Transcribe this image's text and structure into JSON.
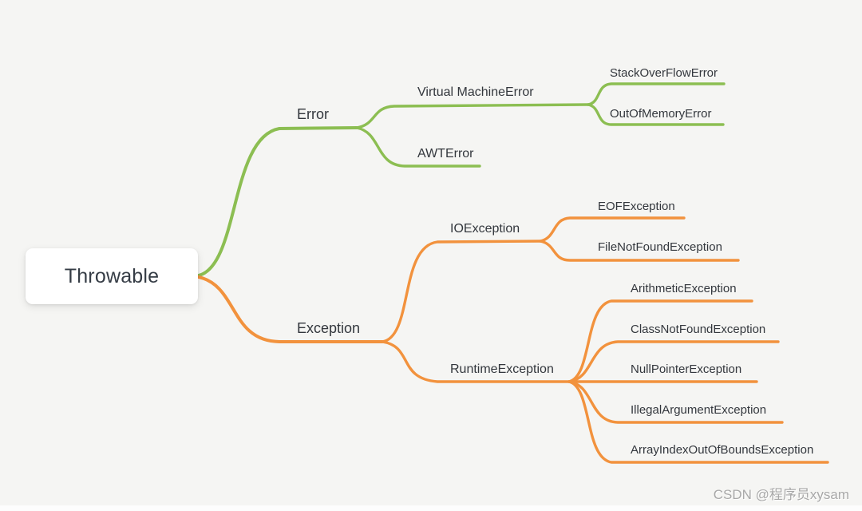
{
  "colors": {
    "background": "#f5f5f3",
    "error_branch": "#8cbe52",
    "exception_branch": "#f2923d",
    "node_text": "#33373d",
    "root_text": "#353c45",
    "root_background": "#ffffff"
  },
  "watermark": "CSDN @程序员xysam",
  "tree": {
    "label": "Throwable",
    "children": [
      {
        "label": "Error",
        "branch_color": "#8cbe52",
        "children": [
          {
            "label": "Virtual MachineError",
            "children": [
              {
                "label": "StackOverFlowError"
              },
              {
                "label": "OutOfMemoryError"
              }
            ]
          },
          {
            "label": "AWTError"
          }
        ]
      },
      {
        "label": "Exception",
        "branch_color": "#f2923d",
        "children": [
          {
            "label": "IOException",
            "children": [
              {
                "label": "EOFException"
              },
              {
                "label": "FileNotFoundException"
              }
            ]
          },
          {
            "label": "RuntimeException",
            "children": [
              {
                "label": "ArithmeticException"
              },
              {
                "label": "ClassNotFoundException"
              },
              {
                "label": "NullPointerException"
              },
              {
                "label": "IllegalArgumentException"
              },
              {
                "label": "ArrayIndexOutOfBoundsException"
              }
            ]
          }
        ]
      }
    ]
  }
}
